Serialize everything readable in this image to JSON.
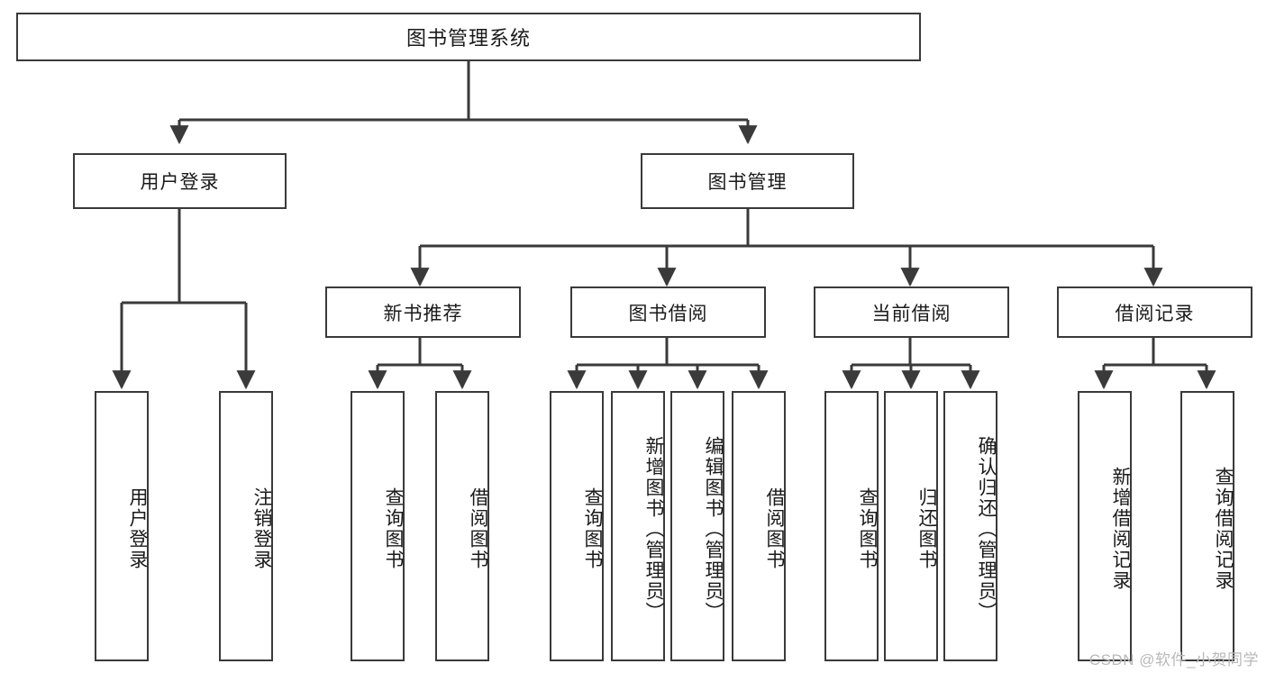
{
  "diagram": {
    "title": "图书管理系统",
    "type": "hierarchy-tree",
    "watermark": "CSDN @软件_小贺同学",
    "nodes": {
      "root": {
        "label": "图书管理系统"
      },
      "level2": [
        {
          "id": "user-login",
          "label": "用户登录"
        },
        {
          "id": "book-manage",
          "label": "图书管理"
        }
      ],
      "level3": [
        {
          "id": "new-book-recommend",
          "label": "新书推荐"
        },
        {
          "id": "book-borrow",
          "label": "图书借阅"
        },
        {
          "id": "current-borrow",
          "label": "当前借阅"
        },
        {
          "id": "borrow-record",
          "label": "借阅记录"
        }
      ],
      "leaves": {
        "user-login": [
          {
            "id": "leaf-user-login",
            "label": "用户登录"
          },
          {
            "id": "leaf-logout-login",
            "label": "注销登录"
          }
        ],
        "new-book-recommend": [
          {
            "id": "leaf-query-book-1",
            "label": "查询图书"
          },
          {
            "id": "leaf-borrow-book-1",
            "label": "借阅图书"
          }
        ],
        "book-borrow": [
          {
            "id": "leaf-query-book-2",
            "label": "查询图书"
          },
          {
            "id": "leaf-add-book",
            "label": "新增图书（管理员）"
          },
          {
            "id": "leaf-edit-book",
            "label": "编辑图书（管理员）"
          },
          {
            "id": "leaf-borrow-book-2",
            "label": "借阅图书"
          }
        ],
        "current-borrow": [
          {
            "id": "leaf-query-book-3",
            "label": "查询图书"
          },
          {
            "id": "leaf-return-book",
            "label": "归还图书"
          },
          {
            "id": "leaf-confirm-return",
            "label": "确认归还（管理员）"
          }
        ],
        "borrow-record": [
          {
            "id": "leaf-add-record",
            "label": "新增借阅记录"
          },
          {
            "id": "leaf-query-record",
            "label": "查询借阅记录"
          }
        ]
      }
    },
    "colors": {
      "stroke": "#3a3a3a",
      "box_fill": "#ffffff",
      "text": "#1a1a1a",
      "watermark": "#b9b9b9"
    }
  }
}
